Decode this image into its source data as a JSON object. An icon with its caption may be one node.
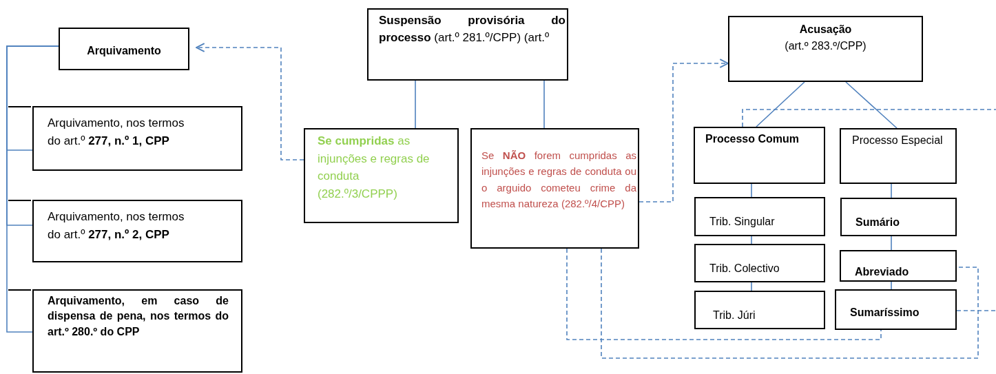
{
  "diagram": {
    "nodes": [
      {
        "text": [
          "Arquivamento"
        ]
      },
      {
        "text": [
          "Arquivamento, nos termos do art.º **277, n.º 1, CPP**"
        ]
      },
      {
        "text": [
          "Arquivamento, nos termos do art.º **277, n.º 2, CPP**"
        ]
      },
      {
        "text": [
          "Arquivamento, em caso de dispensa de pena, nos termos do art.º 280.º do CPP"
        ]
      },
      {
        "text": [
          "**Suspensão provisória do processo** (art.º 281.º/CPP) (art.º"
        ]
      },
      {
        "text": [
          "**Se cumpridas** as injunções e regras de conduta (282.º/3/CPPP)"
        ]
      },
      {
        "text": [
          "Se **NÃO** forem cumpridas as injunções e regras de conduta ou o arguido cometeu crime da mesma natureza (282.º/4/CPP)"
        ]
      },
      {
        "text": [
          "Acusação",
          "(art.º 283.º/CPP)"
        ]
      },
      {
        "text": [
          "Processo Comum"
        ]
      },
      {
        "text": [
          "Processo Especial"
        ]
      },
      {
        "text": [
          "Trib. Singular"
        ]
      },
      {
        "text": [
          "Trib. Colectivo"
        ]
      },
      {
        "text": [
          "Trib. Júri"
        ]
      },
      {
        "text": [
          "Sumário"
        ]
      },
      {
        "text": [
          "Abreviado"
        ]
      },
      {
        "text": [
          "Sumaríssimo"
        ]
      }
    ],
    "edges": [
      {
        "from": 0,
        "to": 1,
        "arrow": "none"
      },
      {
        "from": 0,
        "to": 2,
        "arrow": "none"
      },
      {
        "from": 0,
        "to": 3,
        "arrow": "none"
      },
      {
        "from": 4,
        "to": 5,
        "arrow": "none"
      },
      {
        "from": 4,
        "to": 6,
        "arrow": "none"
      },
      {
        "from": 5,
        "to": 0,
        "arrow": "to",
        "style": "dashed"
      },
      {
        "from": 6,
        "to": 7,
        "arrow": "to",
        "style": "dashed"
      },
      {
        "from": 7,
        "to": 8,
        "arrow": "none"
      },
      {
        "from": 7,
        "to": 9,
        "arrow": "none"
      },
      {
        "from": 8,
        "to": 10,
        "arrow": "none"
      },
      {
        "from": 10,
        "to": 11,
        "arrow": "none"
      },
      {
        "from": 11,
        "to": 12,
        "arrow": "none"
      },
      {
        "from": 9,
        "to": 13,
        "arrow": "none"
      },
      {
        "from": 13,
        "to": 14,
        "arrow": "none"
      },
      {
        "from": 14,
        "to": 15,
        "arrow": "none"
      },
      {
        "from": 6,
        "to": 15,
        "arrow": "none",
        "style": "dashed"
      },
      {
        "from": 6,
        "to": 14,
        "arrow": "none",
        "style": "dashed"
      },
      {
        "from": 8,
        "to": null,
        "arrow": "none",
        "style": "dashed"
      },
      {
        "from": 15,
        "to": null,
        "arrow": "none",
        "style": "dashed"
      }
    ]
  }
}
